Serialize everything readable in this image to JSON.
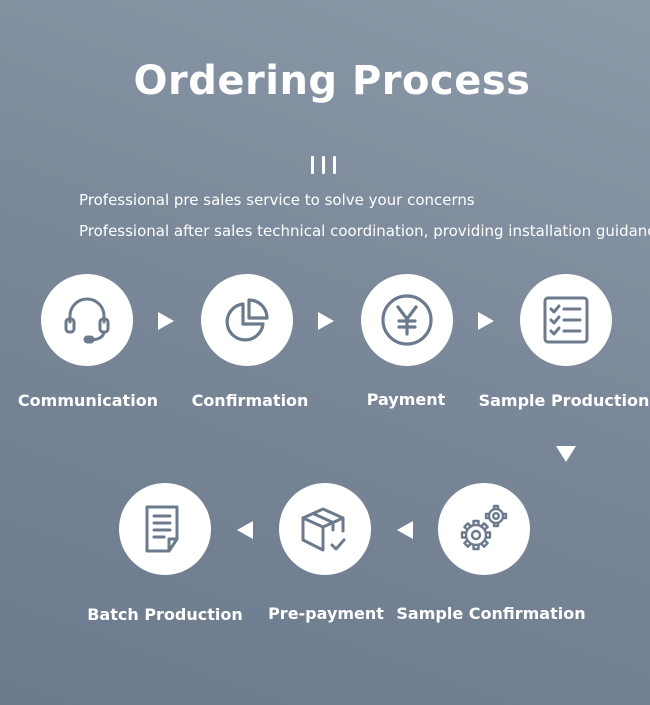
{
  "title": "Ordering Process",
  "descriptions": [
    "Professional pre sales service to solve your concerns",
    "Professional after sales technical coordination, providing installation guidance"
  ],
  "steps": [
    {
      "label": "Communication",
      "icon": "headset-icon"
    },
    {
      "label": "Confirmation",
      "icon": "pie-chart-icon"
    },
    {
      "label": "Payment",
      "icon": "yen-icon"
    },
    {
      "label": "Sample Production",
      "icon": "checklist-icon"
    },
    {
      "label": "Sample Confirmation",
      "icon": "gears-icon"
    },
    {
      "label": "Pre-payment",
      "icon": "package-icon"
    },
    {
      "label": "Batch Production",
      "icon": "document-icon"
    }
  ],
  "colors": {
    "icon_stroke": "#6b7a8c",
    "circle_fill": "#ffffff"
  }
}
